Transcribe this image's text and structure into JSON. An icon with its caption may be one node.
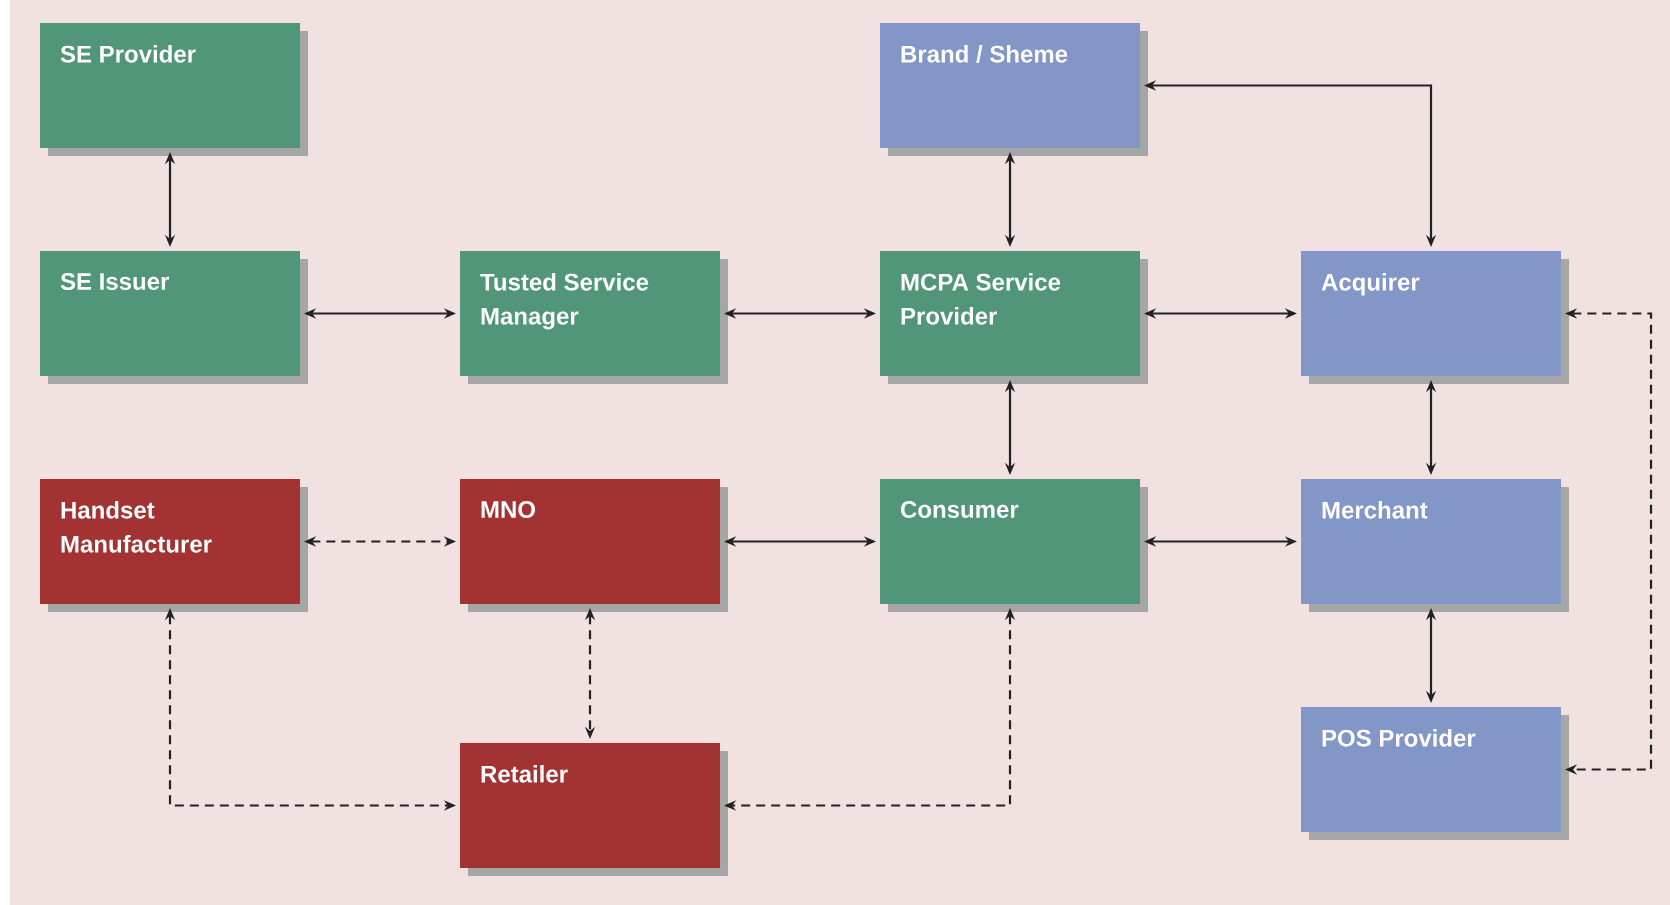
{
  "diagram": {
    "nodes": [
      {
        "text": [
          "SE Provider"
        ]
      },
      {
        "text": [
          "Brand / Sheme"
        ]
      },
      {
        "text": [
          "SE Issuer"
        ]
      },
      {
        "text": [
          "Tusted Service Manager"
        ]
      },
      {
        "text": [
          "MCPA Service Provider"
        ]
      },
      {
        "text": [
          "Acquirer"
        ]
      },
      {
        "text": [
          "Handset Manufacturer"
        ]
      },
      {
        "text": [
          "MNO"
        ]
      },
      {
        "text": [
          "Consumer"
        ]
      },
      {
        "text": [
          "Merchant"
        ]
      },
      {
        "text": [
          "POS Provider"
        ]
      },
      {
        "text": [
          "Retailer"
        ]
      }
    ],
    "edges": [
      {
        "from": 0,
        "to": 2,
        "arrow": "both"
      },
      {
        "from": 1,
        "to": 4,
        "arrow": "both"
      },
      {
        "from": 1,
        "to": 5,
        "arrow": "both"
      },
      {
        "from": 2,
        "to": 3,
        "arrow": "both"
      },
      {
        "from": 3,
        "to": 4,
        "arrow": "both"
      },
      {
        "from": 4,
        "to": 5,
        "arrow": "both"
      },
      {
        "from": 4,
        "to": 8,
        "arrow": "both"
      },
      {
        "from": 5,
        "to": 9,
        "arrow": "both"
      },
      {
        "from": 6,
        "to": 7,
        "arrow": "both",
        "style": "dashed"
      },
      {
        "from": 7,
        "to": 8,
        "arrow": "both"
      },
      {
        "from": 8,
        "to": 9,
        "arrow": "both"
      },
      {
        "from": 7,
        "to": 11,
        "arrow": "both",
        "style": "dashed"
      },
      {
        "from": 9,
        "to": 10,
        "arrow": "both"
      },
      {
        "from": 6,
        "to": 11,
        "arrow": "both",
        "style": "dashed"
      },
      {
        "from": 8,
        "to": 11,
        "arrow": "both",
        "style": "dashed"
      },
      {
        "from": 5,
        "to": 10,
        "arrow": "both",
        "style": "dashed"
      }
    ]
  }
}
